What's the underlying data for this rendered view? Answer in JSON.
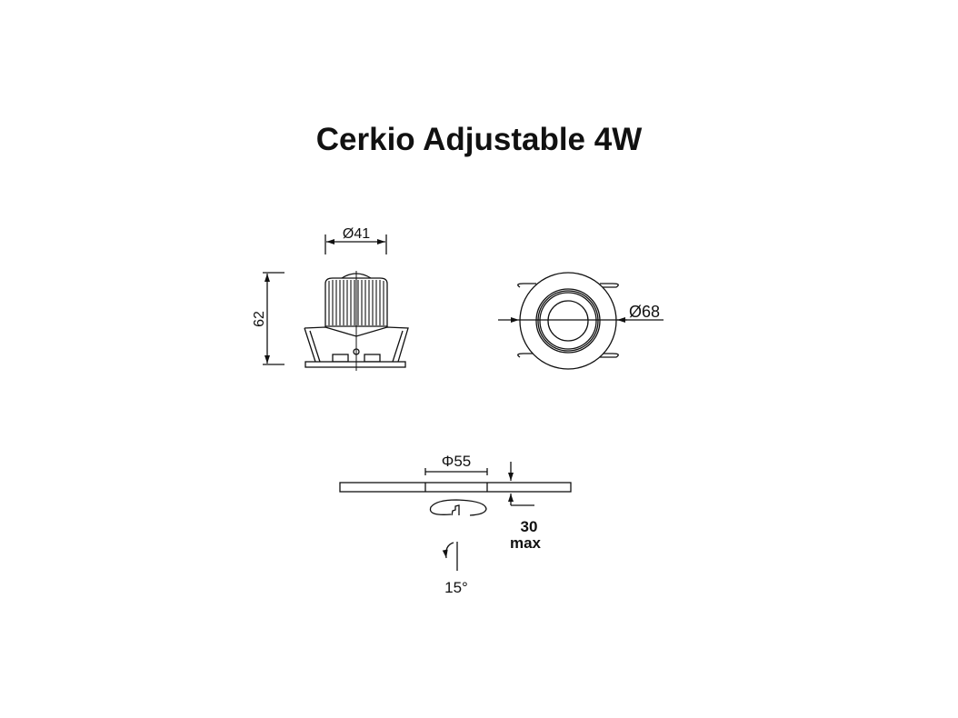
{
  "title": "Cerkio Adjustable 4W",
  "side_view": {
    "width_label": "Ø41",
    "height_label": "62"
  },
  "top_view": {
    "diameter_label": "Ø68"
  },
  "cutout_view": {
    "cutout_label": "Φ55",
    "thickness_label_value": "30",
    "thickness_label_unit": "max",
    "tilt_label": "15°"
  }
}
